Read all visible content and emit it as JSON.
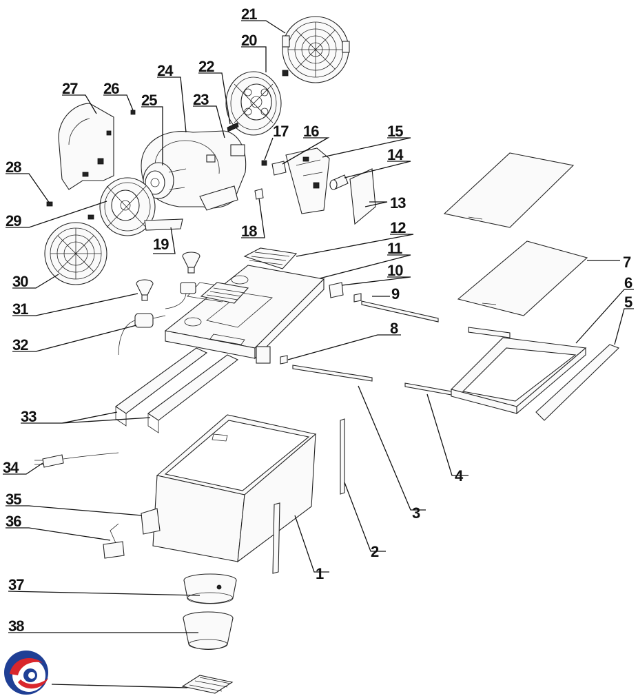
{
  "callouts": [
    "1",
    "2",
    "3",
    "4",
    "5",
    "6",
    "7",
    "8",
    "9",
    "10",
    "11",
    "12",
    "13",
    "14",
    "15",
    "16",
    "17",
    "18",
    "19",
    "20",
    "21",
    "22",
    "23",
    "24",
    "25",
    "26",
    "27",
    "28",
    "29",
    "30",
    "31",
    "32",
    "33",
    "34",
    "35",
    "36",
    "37",
    "38"
  ],
  "logo": {
    "name": "brand-logo",
    "colors": [
      "#1f3f95",
      "#d9262c"
    ]
  }
}
